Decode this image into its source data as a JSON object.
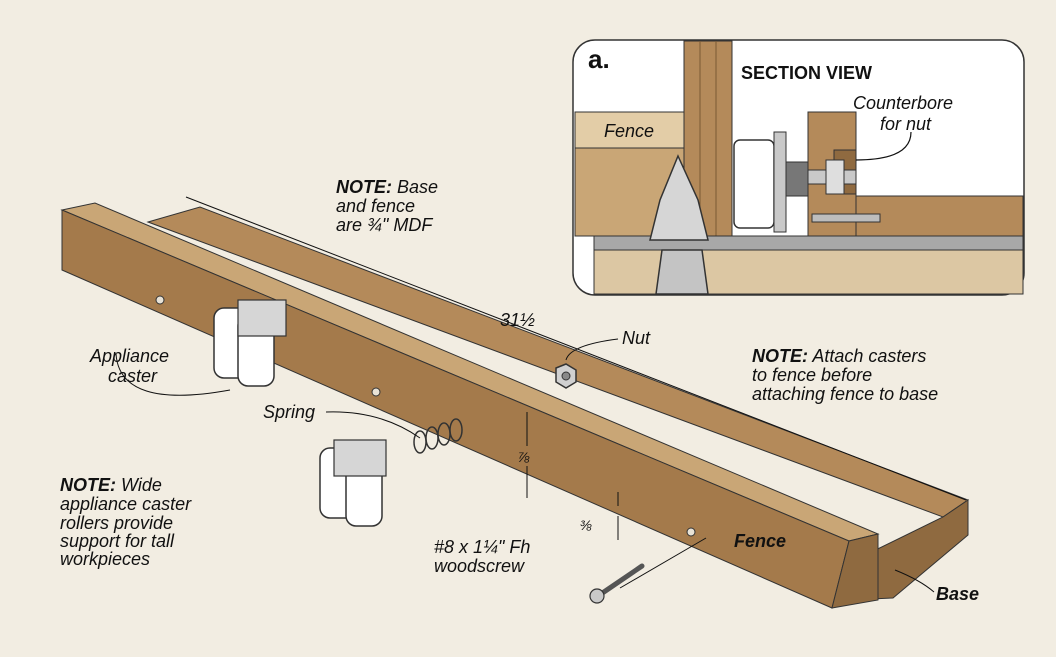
{
  "colors": {
    "background": "#f2ede2",
    "wood_top": "#b48a5a",
    "wood_side": "#8f6a40",
    "wood_front": "#a47a4b",
    "inset_bg": "#ffffff",
    "rail": "#a8a8a8",
    "caster": "#ffffff",
    "metal": "#c9c9c9"
  },
  "inset": {
    "letter": "a.",
    "title": "SECTION VIEW",
    "fence_label": "Fence",
    "counterbore_line1": "Counterbore",
    "counterbore_line2": "for nut"
  },
  "notes": {
    "mdf": {
      "bold": "NOTE:",
      "line1": " Base",
      "line2": "and fence",
      "line3": "are ¾\" MDF"
    },
    "casters": {
      "bold": "NOTE:",
      "line1": " Attach casters",
      "line2": "to fence before",
      "line3": "attaching fence to base"
    },
    "wide": {
      "bold": "NOTE:",
      "line1": " Wide",
      "line2": "appliance caster",
      "line3": "rollers provide",
      "line4": "support for tall",
      "line5": "workpieces"
    }
  },
  "labels": {
    "caster_line1": "Appliance",
    "caster_line2": "caster",
    "spring": "Spring",
    "nut": "Nut",
    "screw_line1": "#8 x 1¼\" Fh",
    "screw_line2": "woodscrew",
    "fence": "Fence",
    "base": "Base"
  },
  "dimensions": {
    "length": "31½",
    "gap_seven_eighths": "⅞",
    "gap_three_eighths": "⅜"
  },
  "icons": [
    "caster-icon",
    "spring-icon",
    "nut-icon",
    "screw-icon",
    "router-bit-icon"
  ]
}
